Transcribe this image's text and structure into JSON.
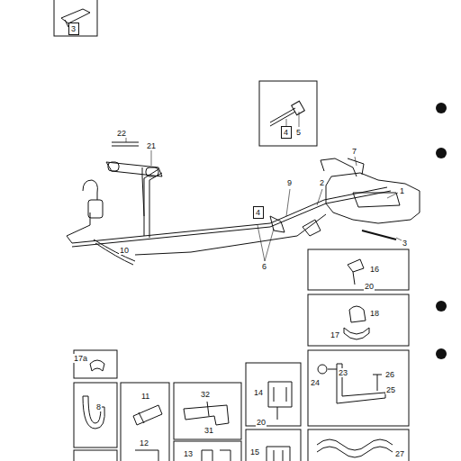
{
  "diagram": {
    "nodes": [
      {
        "text": [
          "3"
        ]
      },
      {
        "text": [
          "4"
        ]
      },
      {
        "text": [
          "4"
        ]
      }
    ],
    "labels": [
      "22",
      "21",
      "5",
      "7",
      "9",
      "2",
      "1",
      "6",
      "10",
      "3",
      "16",
      "20",
      "18",
      "17",
      "17a",
      "23",
      "26",
      "24",
      "25",
      "8",
      "11",
      "32",
      "14",
      "31",
      "20",
      "12",
      "15",
      "13",
      "27"
    ]
  }
}
